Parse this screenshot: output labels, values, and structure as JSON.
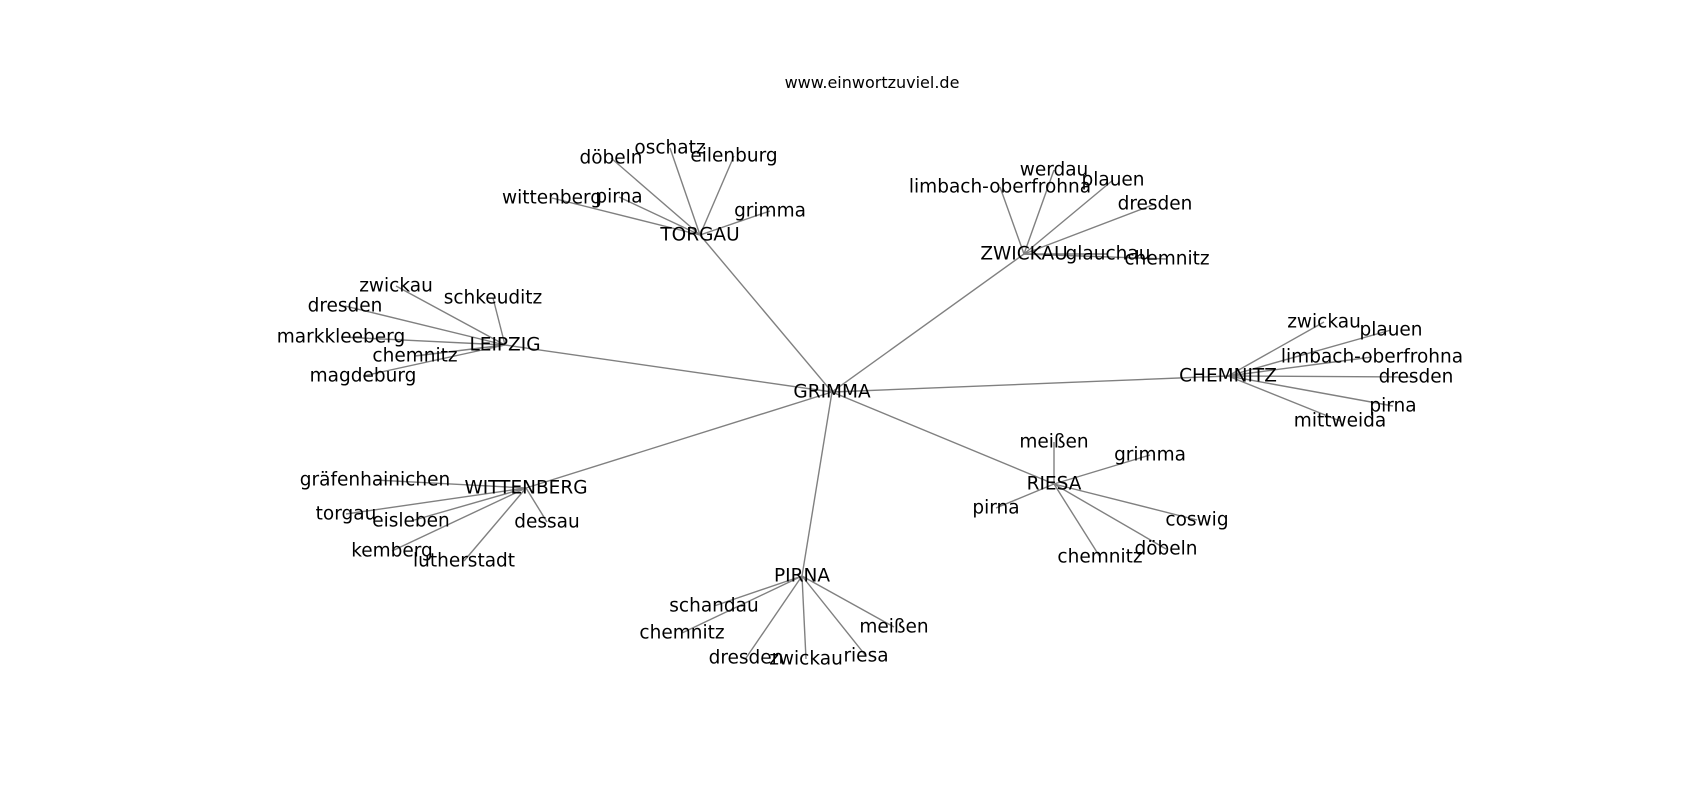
{
  "title": "www.einwortzuviel.de",
  "colors": {
    "edge": "#808080",
    "text": "#000000",
    "background": "#ffffff"
  },
  "graph": {
    "center": "GRIMMA",
    "hubs": [
      {
        "label": "TORGAU",
        "children": [
          "döbeln",
          "oschatz",
          "eilenburg",
          "wittenberg",
          "pirna",
          "grimma"
        ]
      },
      {
        "label": "ZWICKAU",
        "children": [
          "werdau",
          "plauen",
          "limbach-oberfrohna",
          "dresden",
          "glauchau",
          "chemnitz"
        ]
      },
      {
        "label": "LEIPZIG",
        "children": [
          "zwickau",
          "schkeuditz",
          "dresden",
          "markkleeberg",
          "chemnitz",
          "magdeburg"
        ]
      },
      {
        "label": "CHEMNITZ",
        "children": [
          "zwickau",
          "plauen",
          "limbach-oberfrohna",
          "dresden",
          "pirna",
          "mittweida"
        ]
      },
      {
        "label": "WITTENBERG",
        "children": [
          "gräfenhainichen",
          "torgau",
          "eisleben",
          "dessau",
          "kemberg",
          "lutherstadt"
        ]
      },
      {
        "label": "RIESA",
        "children": [
          "meißen",
          "grimma",
          "pirna",
          "coswig",
          "chemnitz",
          "döbeln"
        ]
      },
      {
        "label": "PIRNA",
        "children": [
          "schandau",
          "chemnitz",
          "meißen",
          "dresden",
          "zwickau",
          "riesa"
        ]
      }
    ]
  }
}
